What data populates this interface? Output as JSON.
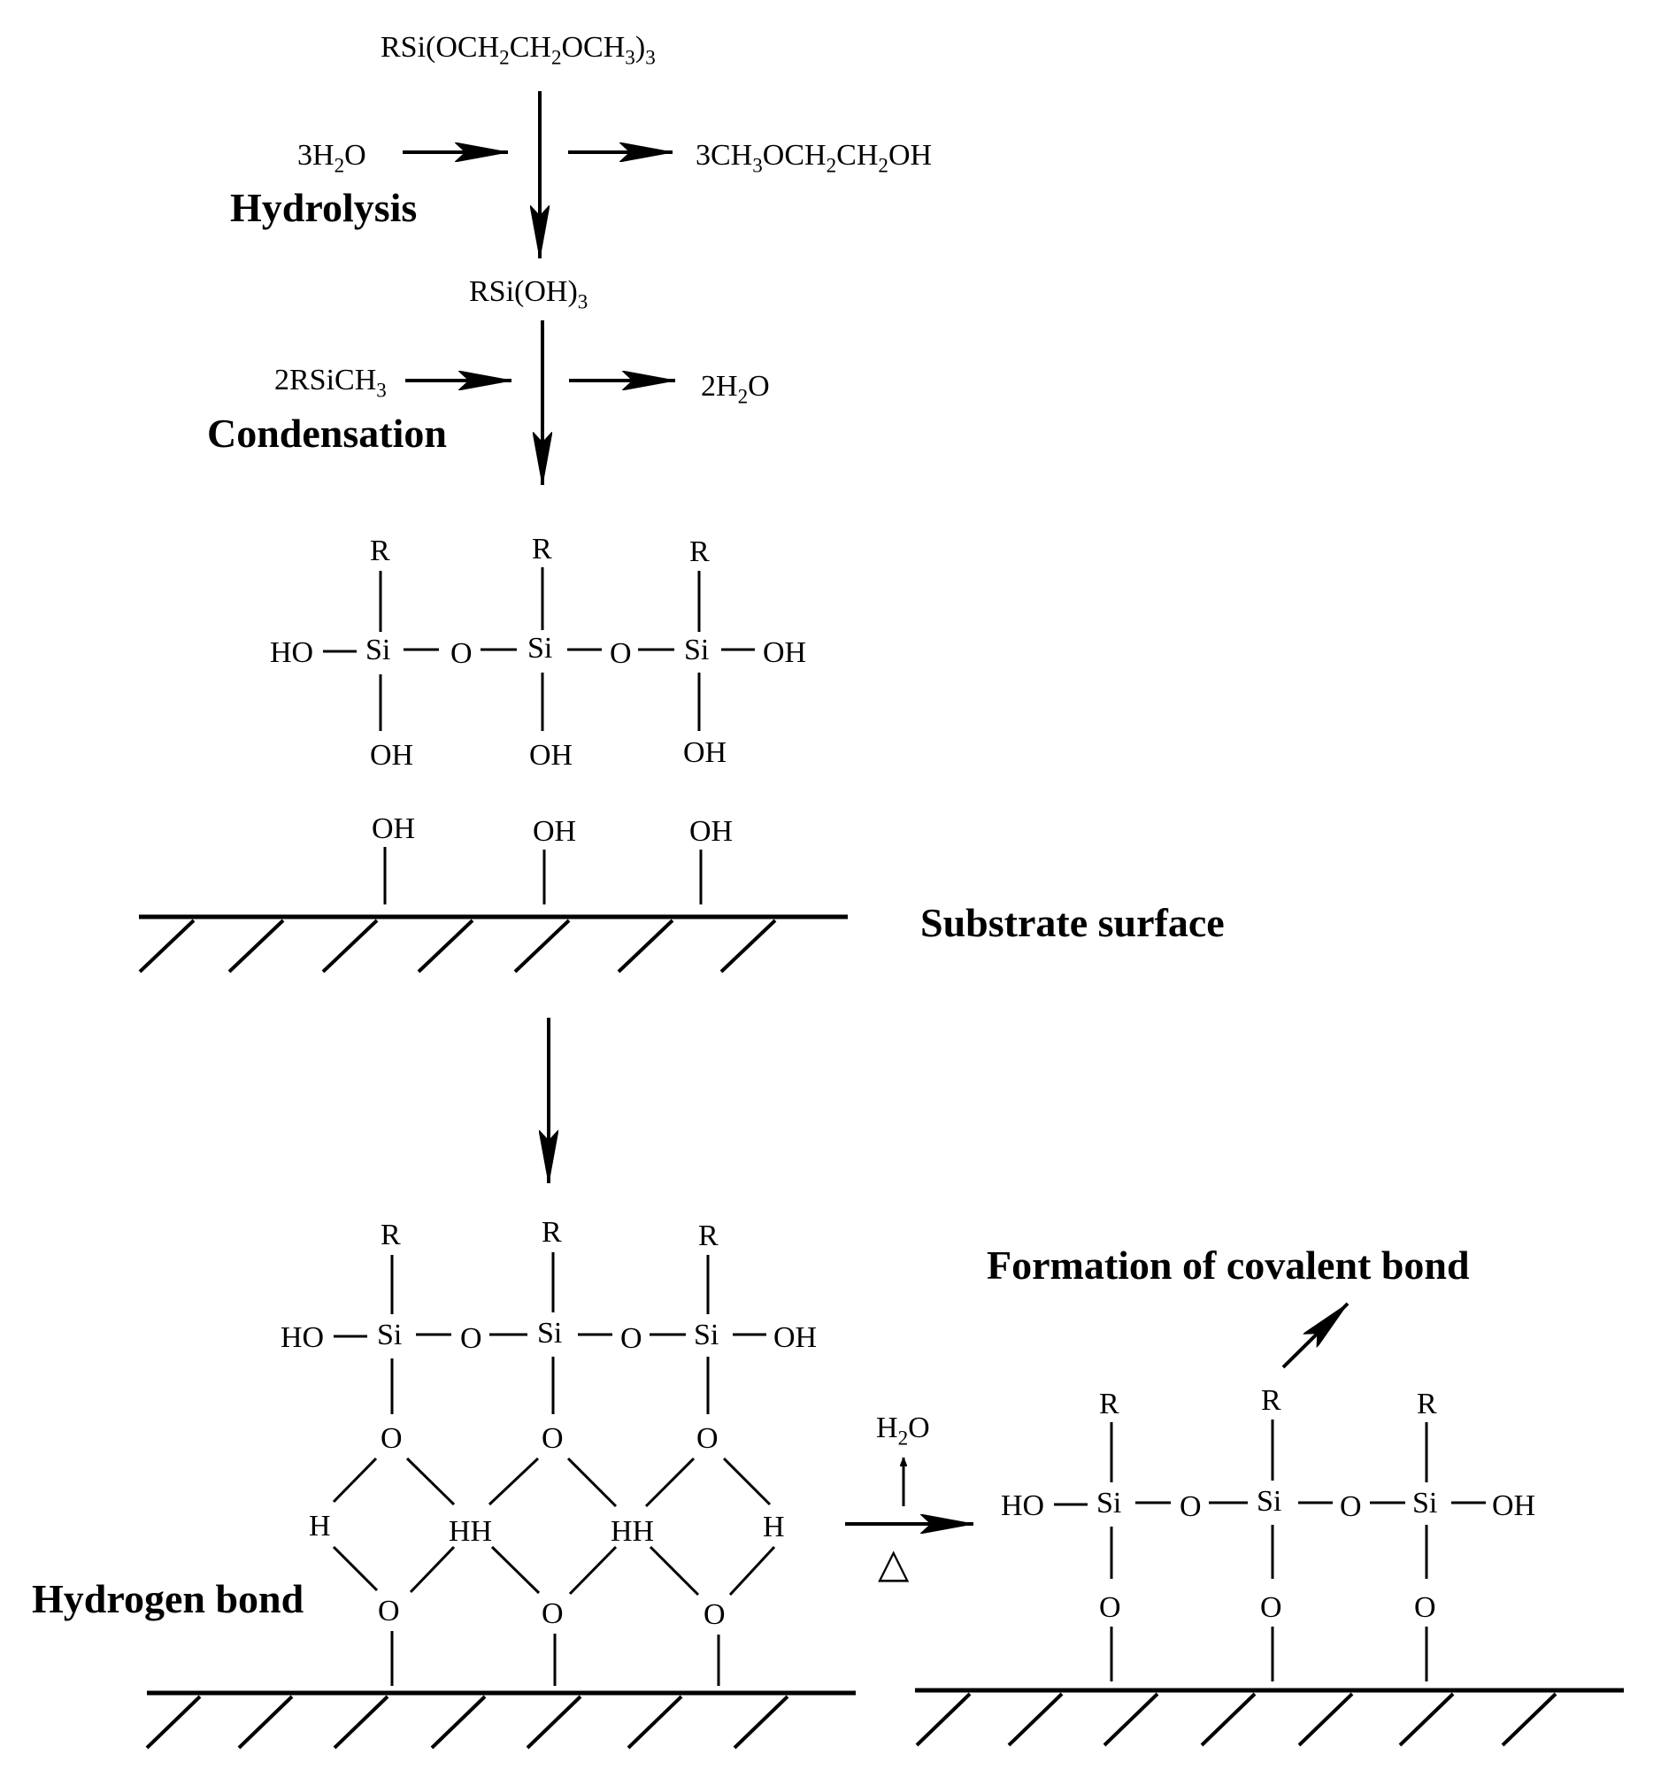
{
  "formulas": {
    "start": "RSi(OCH2CH2OCH3)3",
    "water_in": "3H2O",
    "byproduct_alcohol": "3CH3OCH2CH2OH",
    "silanol": "RSi(OH)3",
    "reagent_condensation": "2RSiCH3",
    "water_out": "2H2O",
    "evolved_water": "H2O",
    "heat_symbol": "△"
  },
  "labels": {
    "hydrolysis": "Hydrolysis",
    "condensation": "Condensation",
    "substrate_surface": "Substrate surface",
    "hydrogen_bond": "Hydrogen bond",
    "covalent_bond": "Formation of covalent bond"
  },
  "atoms": {
    "R": "R",
    "Si": "Si",
    "O": "O",
    "OH": "OH",
    "HO": "HO",
    "H": "H",
    "HH": "HH"
  }
}
